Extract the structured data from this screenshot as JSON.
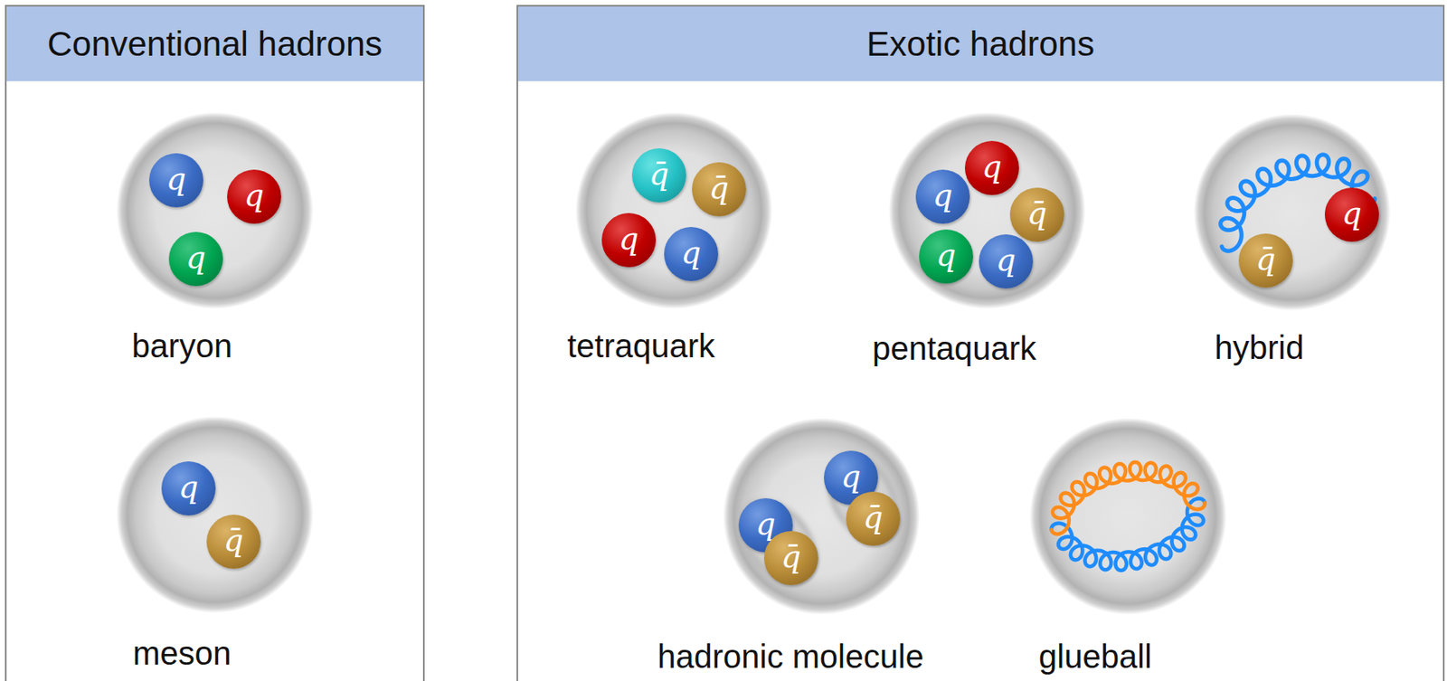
{
  "diagram": {
    "nodes": [
      {
        "text": [
          "Conventional hadrons"
        ]
      },
      {
        "text": [
          "baryon"
        ],
        "in": 0
      },
      {
        "text": [
          "q"
        ],
        "in": 1
      },
      {
        "text": [
          "q"
        ],
        "in": 1
      },
      {
        "text": [
          "q"
        ],
        "in": 1
      },
      {
        "text": [
          "meson"
        ],
        "in": 0
      },
      {
        "text": [
          "q"
        ],
        "in": 5
      },
      {
        "text": [
          "q̄"
        ],
        "in": 5
      },
      {
        "text": [
          "Exotic hadrons"
        ]
      },
      {
        "text": [
          "tetraquark"
        ],
        "in": 8
      },
      {
        "text": [
          "q̄"
        ],
        "in": 9
      },
      {
        "text": [
          "q̄"
        ],
        "in": 9
      },
      {
        "text": [
          "q"
        ],
        "in": 9
      },
      {
        "text": [
          "q"
        ],
        "in": 9
      },
      {
        "text": [
          "pentaquark"
        ],
        "in": 8
      },
      {
        "text": [
          "q"
        ],
        "in": 14
      },
      {
        "text": [
          "q"
        ],
        "in": 14
      },
      {
        "text": [
          "q̄"
        ],
        "in": 14
      },
      {
        "text": [
          "q"
        ],
        "in": 14
      },
      {
        "text": [
          "q"
        ],
        "in": 14
      },
      {
        "text": [
          "hybrid"
        ],
        "in": 8
      },
      {
        "text": [
          "q"
        ],
        "in": 20
      },
      {
        "text": [
          "q̄"
        ],
        "in": 20
      },
      {
        "text": [
          "hadronic molecule"
        ],
        "in": 8
      },
      {
        "text": [
          "q"
        ],
        "in": 23
      },
      {
        "text": [
          "q̄"
        ],
        "in": 23
      },
      {
        "text": [
          "q"
        ],
        "in": 23
      },
      {
        "text": [
          "q̄"
        ],
        "in": 23
      },
      {
        "text": [
          "glueball"
        ],
        "in": 8
      }
    ]
  }
}
